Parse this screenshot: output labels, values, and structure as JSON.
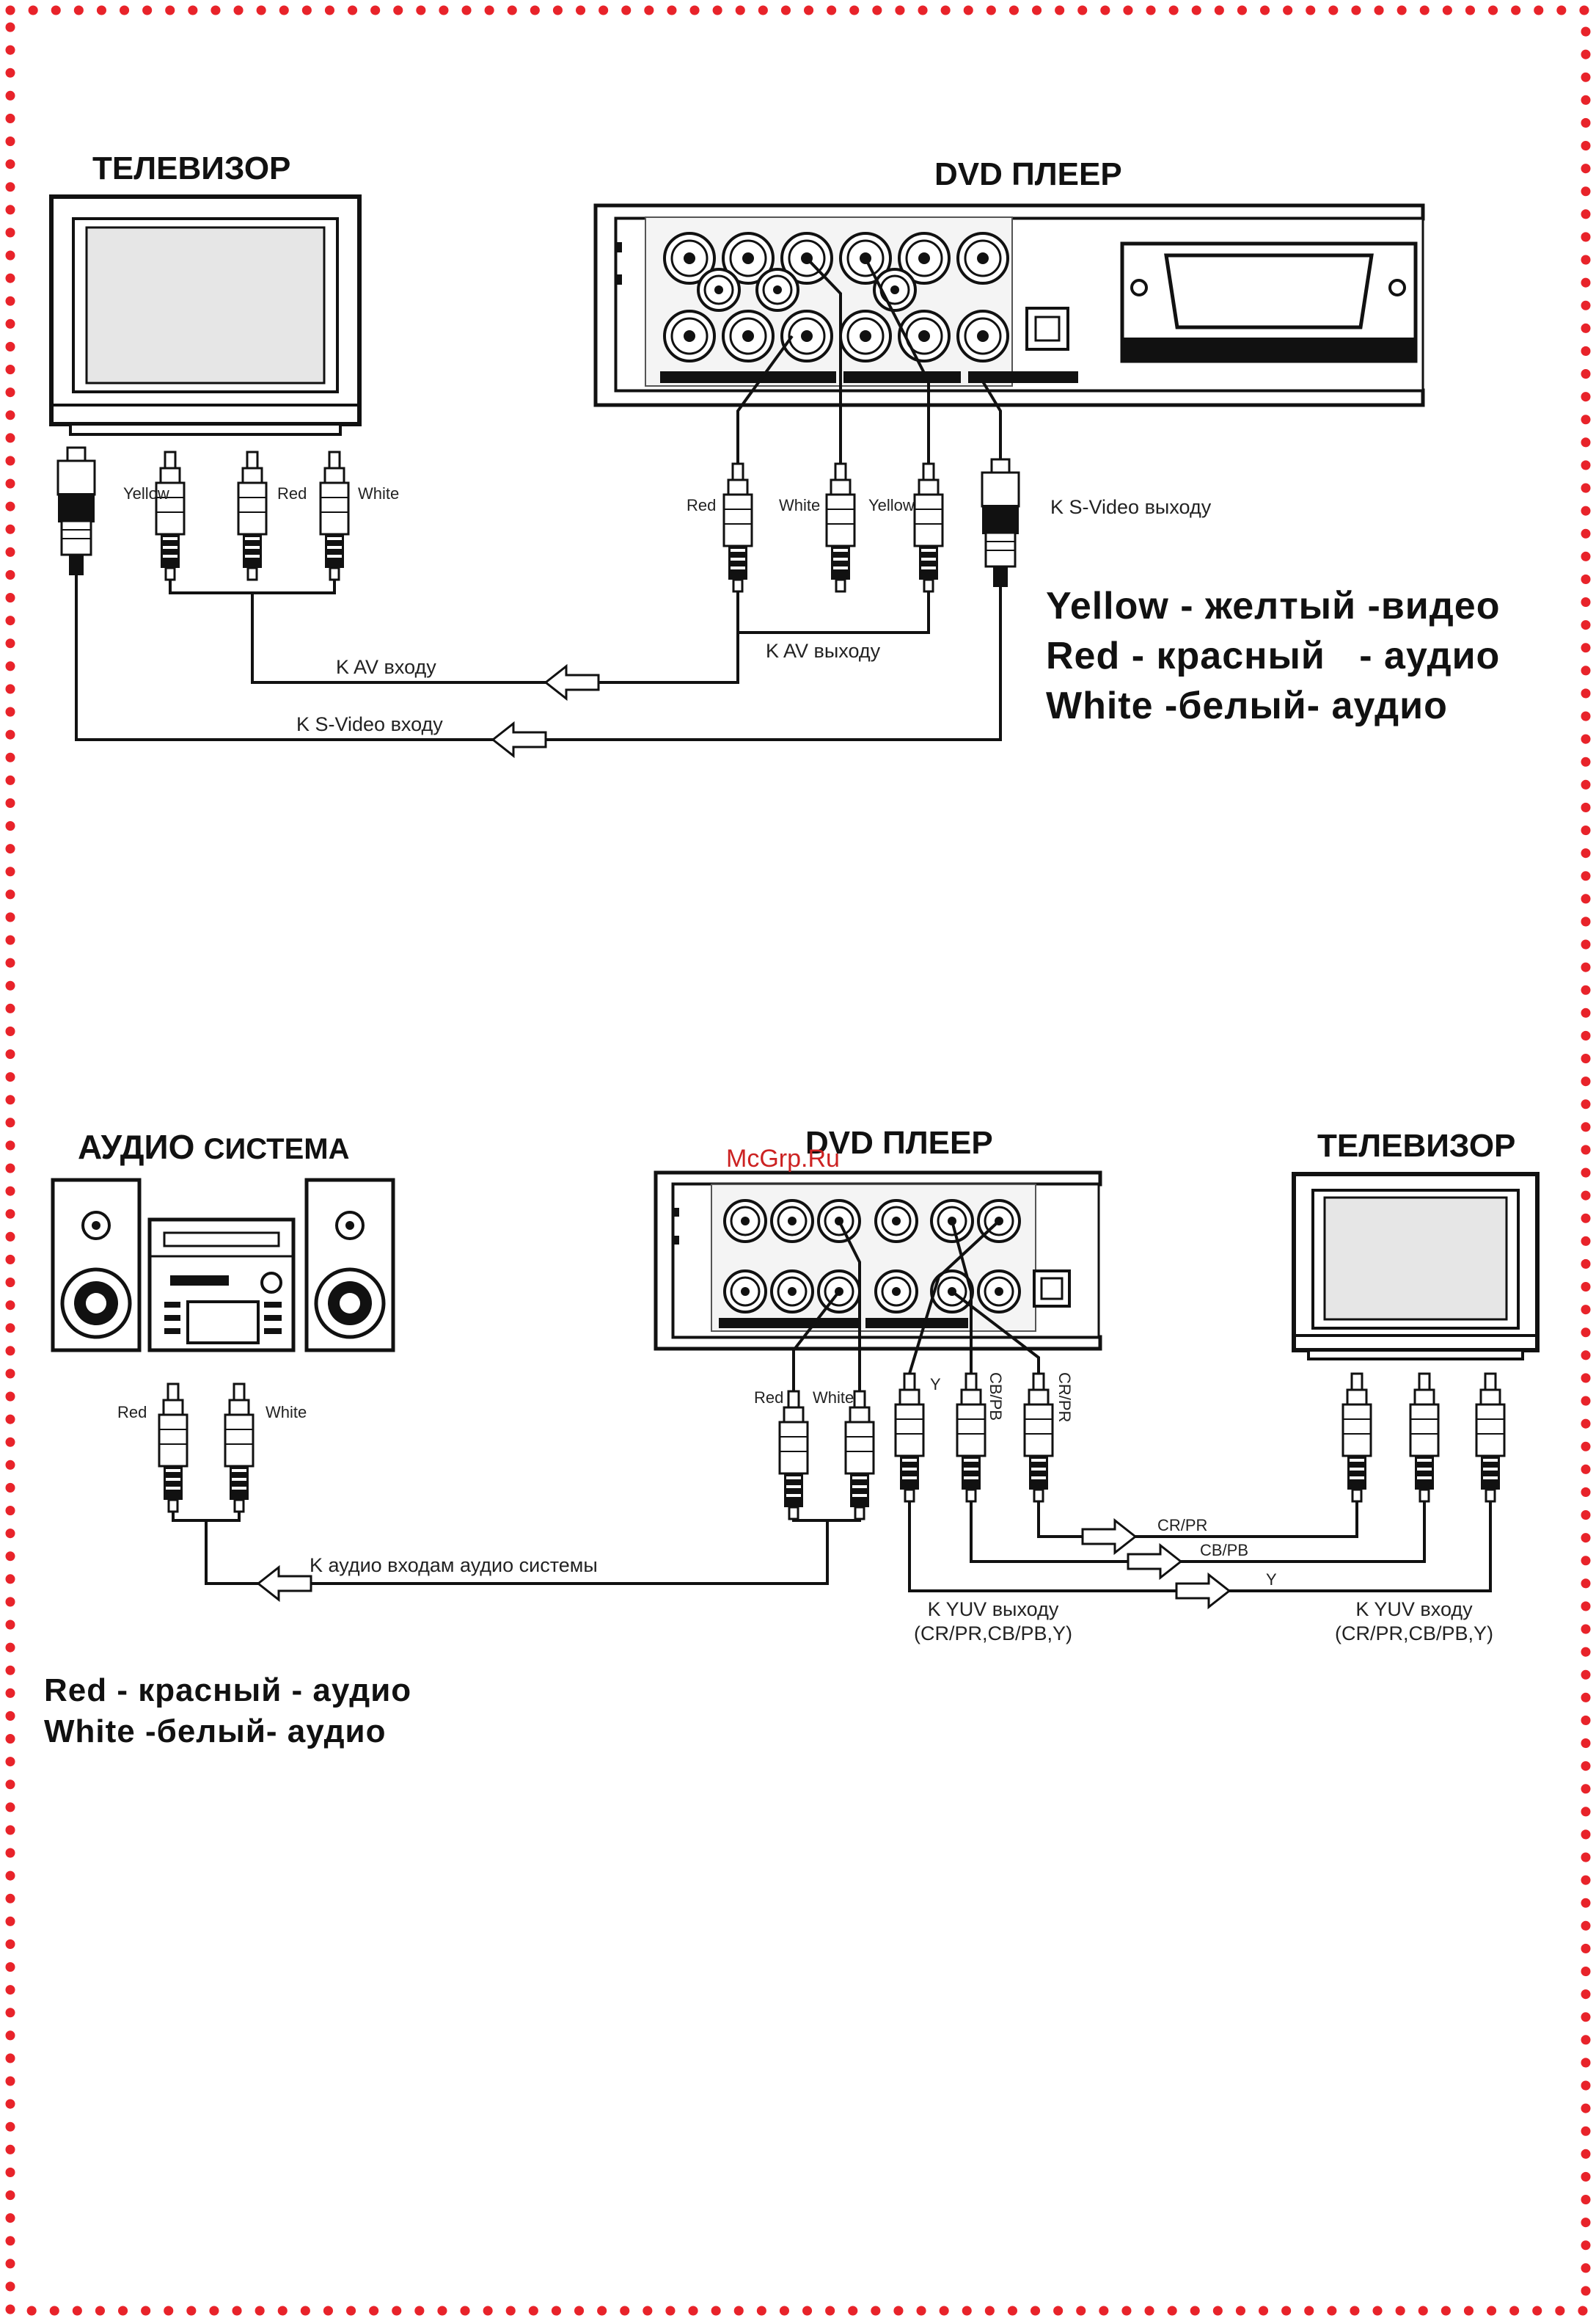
{
  "watermark": "McGrp.Ru",
  "colors": {
    "border_dots": "#e8232a",
    "line": "#111111",
    "arrow_fill": "#ffffff"
  },
  "diagram1": {
    "tv_title": "ТЕЛЕВИЗОР",
    "dvd_title": "DVD ПЛЕЕР",
    "tv_plugs": {
      "yellow": "Yellow",
      "red": "Red",
      "white": "White"
    },
    "dvd_plugs": {
      "red": "Red",
      "white": "White",
      "yellow": "Yellow",
      "svideo_out": "K S-Video выходу"
    },
    "av_out": "K AV выходу",
    "av_in": "K AV входу",
    "svideo_in": "K S-Video входу",
    "legend": [
      {
        "en": "Yellow",
        "sep1": "-",
        "ru": "желтый",
        "sep2": "-",
        "type": "видео"
      },
      {
        "en": "Red",
        "sep1": "-",
        "ru": "красный",
        "sep2": "-",
        "type": "аудио"
      },
      {
        "en": "White",
        "sep1": "-",
        "ru": "белый",
        "sep2": "-",
        "type": "аудио"
      }
    ]
  },
  "diagram2": {
    "audio_title_a": "АУДИО",
    "audio_title_b": "СИСТЕМА",
    "dvd_title": "DVD ПЛЕЕР",
    "tv_title": "ТЕЛЕВИЗОР",
    "audio_plugs": {
      "red": "Red",
      "white": "White"
    },
    "dvd_plugs": {
      "red": "Red",
      "white": "White",
      "y": "Y",
      "cbpb": "CB/PB",
      "crpr": "CR/PR"
    },
    "audio_in": "K аудио входам аудио системы",
    "line_crpr": "CR/PR",
    "line_cbpb": "CB/PB",
    "line_y": "Y",
    "yuv_out_1": "K YUV выходу",
    "yuv_out_2": "(CR/PR,CB/PB,Y)",
    "yuv_in_1": "K YUV входу",
    "yuv_in_2": "(CR/PR,CB/PB,Y)",
    "legend": [
      {
        "en": "Red",
        "sep1": "-",
        "ru": "красный",
        "sep2": "-",
        "type": "аудио"
      },
      {
        "en": "White",
        "sep1": "-",
        "ru": "белый",
        "sep2": "-",
        "type": "аудио"
      }
    ]
  }
}
